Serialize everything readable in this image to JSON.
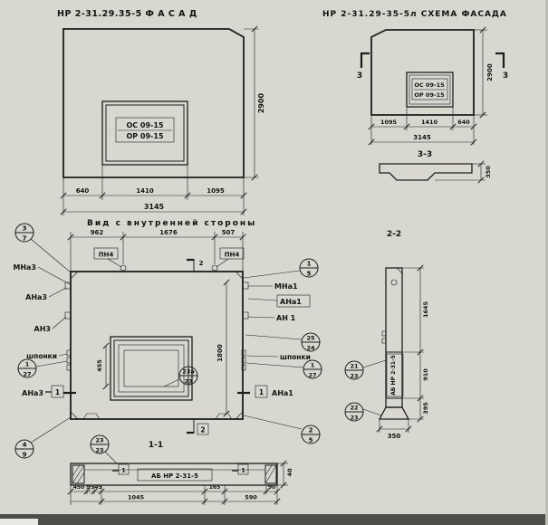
{
  "colors": {
    "paper": "#d8d7d0",
    "ink": "#1c1c1c",
    "scan_band": "#4f4d47"
  },
  "facade_left": {
    "title": "НР 2-31.29.35-5  Ф А С А Д",
    "window_line1": "ОС 09-15",
    "window_line2": "ОР 09-15",
    "dim_height": "2900",
    "dims_bottom": [
      "640",
      "1410",
      "1095"
    ],
    "dim_total": "3145"
  },
  "facade_right": {
    "title": "НР 2-31.29-35-5л  СХЕМА ФАСАДА",
    "window_line1": "ОС 09-15",
    "window_line2": "ОР 09-15",
    "dim_height": "2900",
    "dims_bottom": [
      "1095",
      "1410",
      "640"
    ],
    "dim_total": "3145",
    "section_marker": "3"
  },
  "section_33": {
    "title": "3-3",
    "dim_thickness": "350"
  },
  "inner_view": {
    "title": "Вид с внутренней стороны",
    "dims_top": [
      "962",
      "1676",
      "507"
    ],
    "anchor_label": "ПН4",
    "left_labels": [
      "МНа3",
      "АНа3",
      "АН3",
      "шпонки",
      "АНа3"
    ],
    "right_labels": [
      "МНа1",
      "АНа1",
      "АН 1",
      "шпонки",
      "АНа1"
    ],
    "dim_window": "455",
    "dim_height": "1800",
    "flag_left": "1",
    "flag_right": "1",
    "flag_top": "2",
    "flag_bottom": "2",
    "callouts": {
      "tl": {
        "t": "3",
        "b": "7"
      },
      "tr": {
        "t": "1",
        "b": "5"
      },
      "right_pair": {
        "t": "25",
        "b": "24"
      },
      "left_detail": {
        "t": "1",
        "b": "27"
      },
      "right_detail": {
        "t": "1",
        "b": "27"
      },
      "center": {
        "t": "23а",
        "b": "23"
      },
      "bl": {
        "t": "4",
        "b": "9"
      },
      "br": {
        "t": "2",
        "b": "5"
      }
    }
  },
  "section_22": {
    "title": "2-2",
    "dims_right": [
      "1645",
      "910",
      "395"
    ],
    "dim_bottom": "350",
    "box_label": "АБ НР 2-31-5",
    "callouts": {
      "upper": {
        "t": "21",
        "b": "23"
      },
      "lower": {
        "t": "22",
        "b": "23"
      }
    }
  },
  "section_11": {
    "title": "1-1",
    "callout": {
      "t": "23",
      "b": "23"
    },
    "box_label": "АБ НР 2-31-5",
    "flag": "1",
    "dims_tier1": [
      "450",
      "95",
      "45",
      "165",
      "90"
    ],
    "dims_tier2": [
      "1045",
      "590"
    ],
    "dim_right": "40"
  }
}
